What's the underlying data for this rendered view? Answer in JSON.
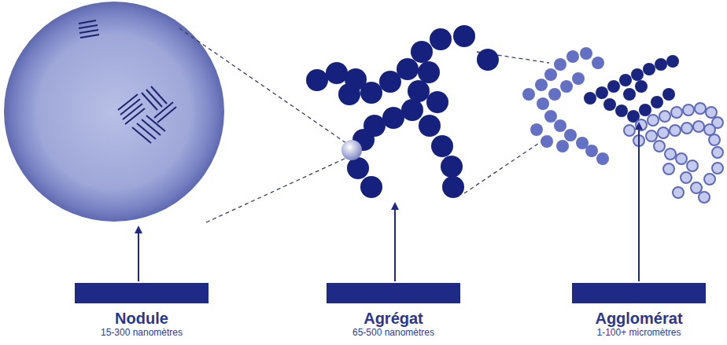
{
  "diagram": {
    "nodes": [
      {
        "text": [
          "Nodule",
          "15-300 nanomètres"
        ]
      },
      {
        "text": [
          "Agrégat",
          "65-500 nanomètres"
        ]
      },
      {
        "text": [
          "Agglomérat",
          "1-100+ micromètres"
        ]
      }
    ]
  }
}
